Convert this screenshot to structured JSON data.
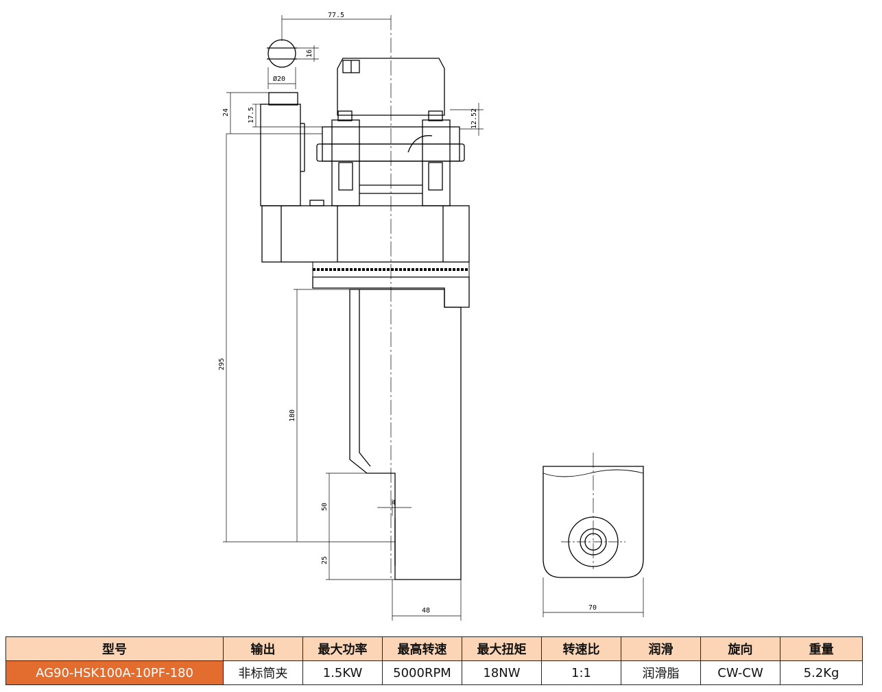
{
  "drawing": {
    "dims": {
      "w77_5": "77.5",
      "w16": "16",
      "dia20": "Ø20",
      "h24": "24",
      "h17_5": "17.5",
      "h12_52": "12.52",
      "h295": "295",
      "h180": "180",
      "h50": "50",
      "w4": "4",
      "h25": "25",
      "w48": "48",
      "w70": "70"
    }
  },
  "spec_table": {
    "headers": [
      "型号",
      "输出",
      "最大功率",
      "最高转速",
      "最大扭矩",
      "转速比",
      "润滑",
      "旋向",
      "重量"
    ],
    "row": [
      "AG90-HSK100A-10PF-180",
      "非标筒夹",
      "1.5KW",
      "5000RPM",
      "18NW",
      "1:1",
      "润滑脂",
      "CW-CW",
      "5.2Kg"
    ],
    "highlight_color": "#e36c2f",
    "header_color": "#fbd5b5"
  }
}
